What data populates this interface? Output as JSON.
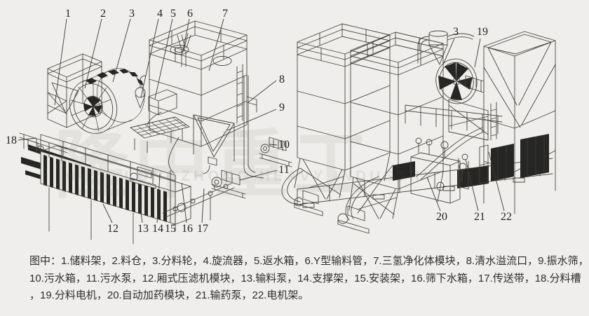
{
  "colors": {
    "background": "#efeeec",
    "line": "#45453f",
    "dark_fill": "#262624",
    "text": "#2e2e2e"
  },
  "legend": {
    "lines": [
      "图中：1.储料架，2.料仓，3.分料轮，4.旋流器，5.返水箱，6.Y型输料管，7.三氢净化体模块，8.清水溢流口，9.振水筛，",
      "10.污水箱，11.污水泵，12.厢式压滤机模块，13.输料泵，14.支撑架，15.安装架，16.筛下水箱，17.传送带，18.分料槽",
      "，19.分料电机，20.自动加药模块，21.输药泵，22.电机架。"
    ]
  },
  "watermark": {
    "cn": "隆中重工",
    "reg": "®",
    "en": "LONGZHONG HEAVY INDUSTRY"
  },
  "callouts": {
    "l1": "1",
    "l2": "2",
    "l3": "3",
    "l4": "4",
    "l5": "5",
    "l6": "6",
    "l7": "7",
    "l8": "8",
    "l9": "9",
    "l10": "10",
    "l11": "11",
    "l12": "12",
    "l13": "13",
    "l14": "14",
    "l15": "15",
    "l16": "16",
    "l17": "17",
    "l18": "18",
    "r3": "3",
    "r19": "19",
    "r20": "20",
    "r21": "21",
    "r22": "22"
  }
}
